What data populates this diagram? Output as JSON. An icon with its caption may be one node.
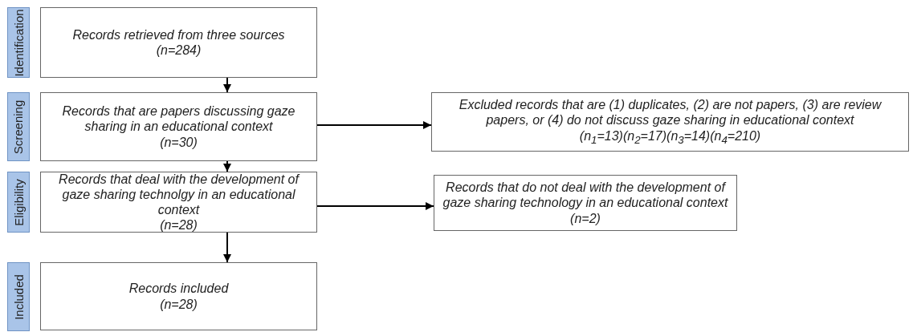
{
  "diagram": {
    "nodes": [
      {
        "text": [
          "Identification"
        ]
      },
      {
        "text": [
          "Records retrieved from three sources",
          "(n=284)"
        ]
      },
      {
        "text": [
          "Screening"
        ]
      },
      {
        "text": [
          "Records that are papers discussing gaze sharing in an educational context",
          "(n=30)"
        ]
      },
      {
        "text": [
          "Excluded records that are (1) duplicates, (2) are not papers, (3) are review papers, or (4) do not  discuss gaze sharing in educational context",
          "(n$_{1}$=13)(n$_{2}$=17)(n$_{3}$=14)(n$_{4}$=210)"
        ]
      },
      {
        "text": [
          "Eligibility"
        ]
      },
      {
        "text": [
          "Records that deal with the development of gaze sharing technolgy in an educational context",
          "(n=28)"
        ]
      },
      {
        "text": [
          "Records that do not deal with the development of gaze sharing technology in an educational context",
          "(n=2)"
        ]
      },
      {
        "text": [
          "Included"
        ]
      },
      {
        "text": [
          "Records included",
          "(n=28)"
        ]
      }
    ],
    "edges": [
      {
        "from": 1,
        "to": 3,
        "arrow": "to"
      },
      {
        "from": 3,
        "to": 4,
        "arrow": "to"
      },
      {
        "from": 3,
        "to": 6,
        "arrow": "to"
      },
      {
        "from": 6,
        "to": 7,
        "arrow": "to"
      },
      {
        "from": 6,
        "to": 9,
        "arrow": "to"
      }
    ]
  }
}
